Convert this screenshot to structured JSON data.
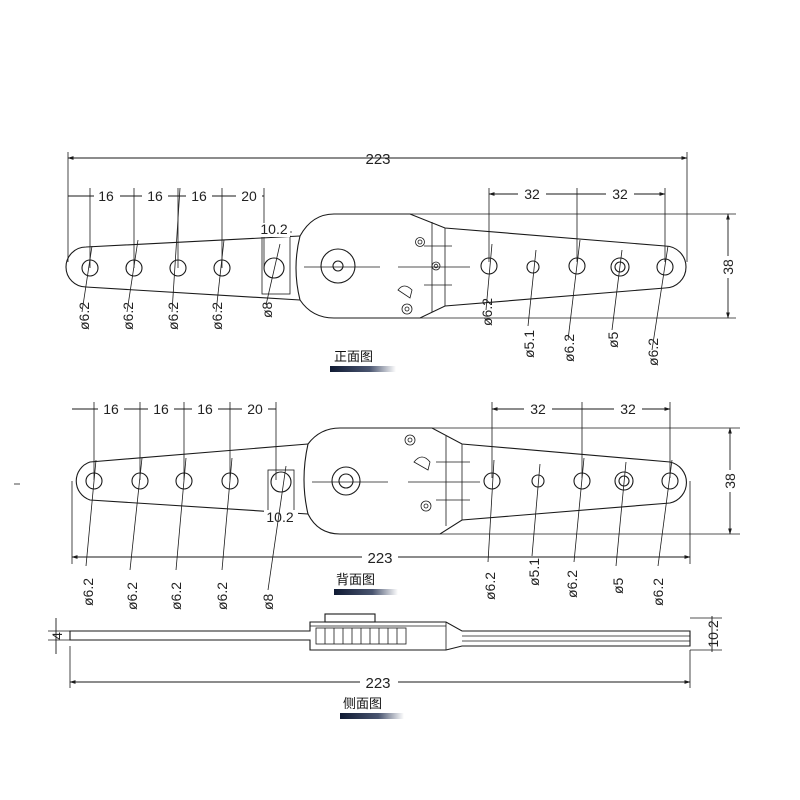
{
  "front": {
    "caption": "正面图",
    "total": "223",
    "left_spacings": [
      "16",
      "16",
      "16",
      "20"
    ],
    "right_spacings": [
      "32",
      "32"
    ],
    "width": "38",
    "slot": "10.2",
    "hole_labels": [
      "ø6.2",
      "ø6.2",
      "ø6.2",
      "ø6.2",
      "ø8",
      "ø6.2",
      "ø5.1",
      "ø6.2",
      "ø5",
      "ø6.2"
    ]
  },
  "back": {
    "caption": "背面图",
    "total": "223",
    "left_spacings": [
      "16",
      "16",
      "16",
      "20"
    ],
    "right_spacings": [
      "32",
      "32"
    ],
    "width": "38",
    "slot": "10.2",
    "hole_labels": [
      "ø6.2",
      "ø6.2",
      "ø6.2",
      "ø6.2",
      "ø8",
      "ø6.2",
      "ø5.1",
      "ø6.2",
      "ø5",
      "ø6.2"
    ]
  },
  "side": {
    "caption": "侧面图",
    "total": "223",
    "thickness": "4",
    "height": "10.2"
  },
  "colors": {
    "line": "#1a1a1a",
    "caption_bar": "#1c2a4a"
  }
}
